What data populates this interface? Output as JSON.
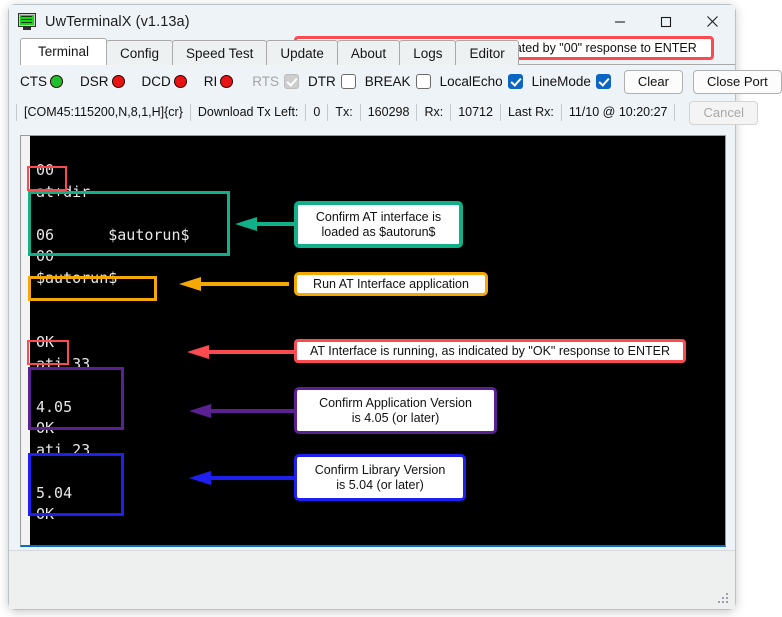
{
  "window": {
    "title": "UwTerminalX (v1.13a)",
    "icon": "app-monitor-icon",
    "minimize_label": "minimize-icon",
    "maximize_label": "maximize-icon",
    "close_label": "close-icon"
  },
  "tabs": [
    {
      "label": "Terminal",
      "active": true
    },
    {
      "label": "Config",
      "active": false
    },
    {
      "label": "Speed Test",
      "active": false
    },
    {
      "label": "Update",
      "active": false
    },
    {
      "label": "About",
      "active": false
    },
    {
      "label": "Logs",
      "active": false
    },
    {
      "label": "Editor",
      "active": false
    }
  ],
  "controls": {
    "leds": [
      {
        "label": "CTS",
        "color": "#1fbf2d",
        "state": "on"
      },
      {
        "label": "DSR",
        "color": "#e81414",
        "state": "off"
      },
      {
        "label": "DCD",
        "color": "#e81414",
        "state": "off"
      },
      {
        "label": "RI",
        "color": "#e81414",
        "state": "off"
      }
    ],
    "checkboxes": [
      {
        "label": "RTS",
        "checked": true,
        "disabled": true
      },
      {
        "label": "DTR",
        "checked": false,
        "disabled": false
      },
      {
        "label": "BREAK",
        "checked": false,
        "disabled": false
      },
      {
        "label": "LocalEcho",
        "checked": true,
        "disabled": false
      },
      {
        "label": "LineMode",
        "checked": true,
        "disabled": false
      }
    ],
    "clear_label": "Clear",
    "close_port_label": "Close Port",
    "checkbox_accent": "#0b66c3"
  },
  "status": {
    "port_config": "[COM45:115200,N,8,1,H]{cr}",
    "download_tx_left_label": "Download Tx Left:",
    "download_tx_left_value": "0",
    "tx_label": "Tx:",
    "tx_value": "160298",
    "rx_label": "Rx:",
    "rx_value": "10712",
    "last_rx_label": "Last Rx:",
    "last_rx_value": "11/10 @ 10:20:27",
    "cancel_label": "Cancel"
  },
  "terminal": {
    "background": "#000000",
    "foreground": "#e8e8e8",
    "lines": [
      "00",
      "at+dir",
      "",
      "06      $autorun$",
      "00",
      "$autorun$",
      "",
      "",
      "OK",
      "ati 33",
      "",
      "4.05",
      "OK",
      "ati 23",
      "",
      "5.04",
      "OK"
    ],
    "text": "00\nat+dir\n\n06      $autorun$\n00\n$autorun$\n\n\nOK\nati 33\n\n4.05\nOK\nati 23\n\n5.04\nOK"
  },
  "annotations": [
    {
      "id": "at-not-running",
      "color": "#fb4a50",
      "highlight_target": "00",
      "callout_text": "AT Interface is NOT running, as indicated by \"00\" response to ENTER"
    },
    {
      "id": "confirm-autorun-loaded",
      "color": "#11b089",
      "highlight_target": "at+dir / 06  $autorun$",
      "callout_text": "Confirm AT interface is loaded as $autorun$",
      "callout_line1": "Confirm AT interface is",
      "callout_line2": "loaded as $autorun$"
    },
    {
      "id": "run-at-interface",
      "color": "#f5a803",
      "highlight_target": "$autorun$",
      "callout_text": "Run AT Interface application"
    },
    {
      "id": "at-running",
      "color": "#fb4a50",
      "highlight_target": "OK",
      "callout_text": "AT Interface is running, as indicated by \"OK\" response to ENTER"
    },
    {
      "id": "confirm-app-version",
      "color": "#5b2192",
      "highlight_target": "ati 33 / 4.05",
      "callout_text": "Confirm Application Version is 4.05 (or later)",
      "callout_line1": "Confirm Application Version",
      "callout_line2": "is 4.05 (or later)"
    },
    {
      "id": "confirm-lib-version",
      "color": "#1f20ef",
      "highlight_target": "ati 23 / 5.04",
      "callout_text": "Confirm Library Version is 5.04 (or later)",
      "callout_line1": "Confirm Library Version",
      "callout_line2": "is 5.04 (or later)"
    }
  ]
}
